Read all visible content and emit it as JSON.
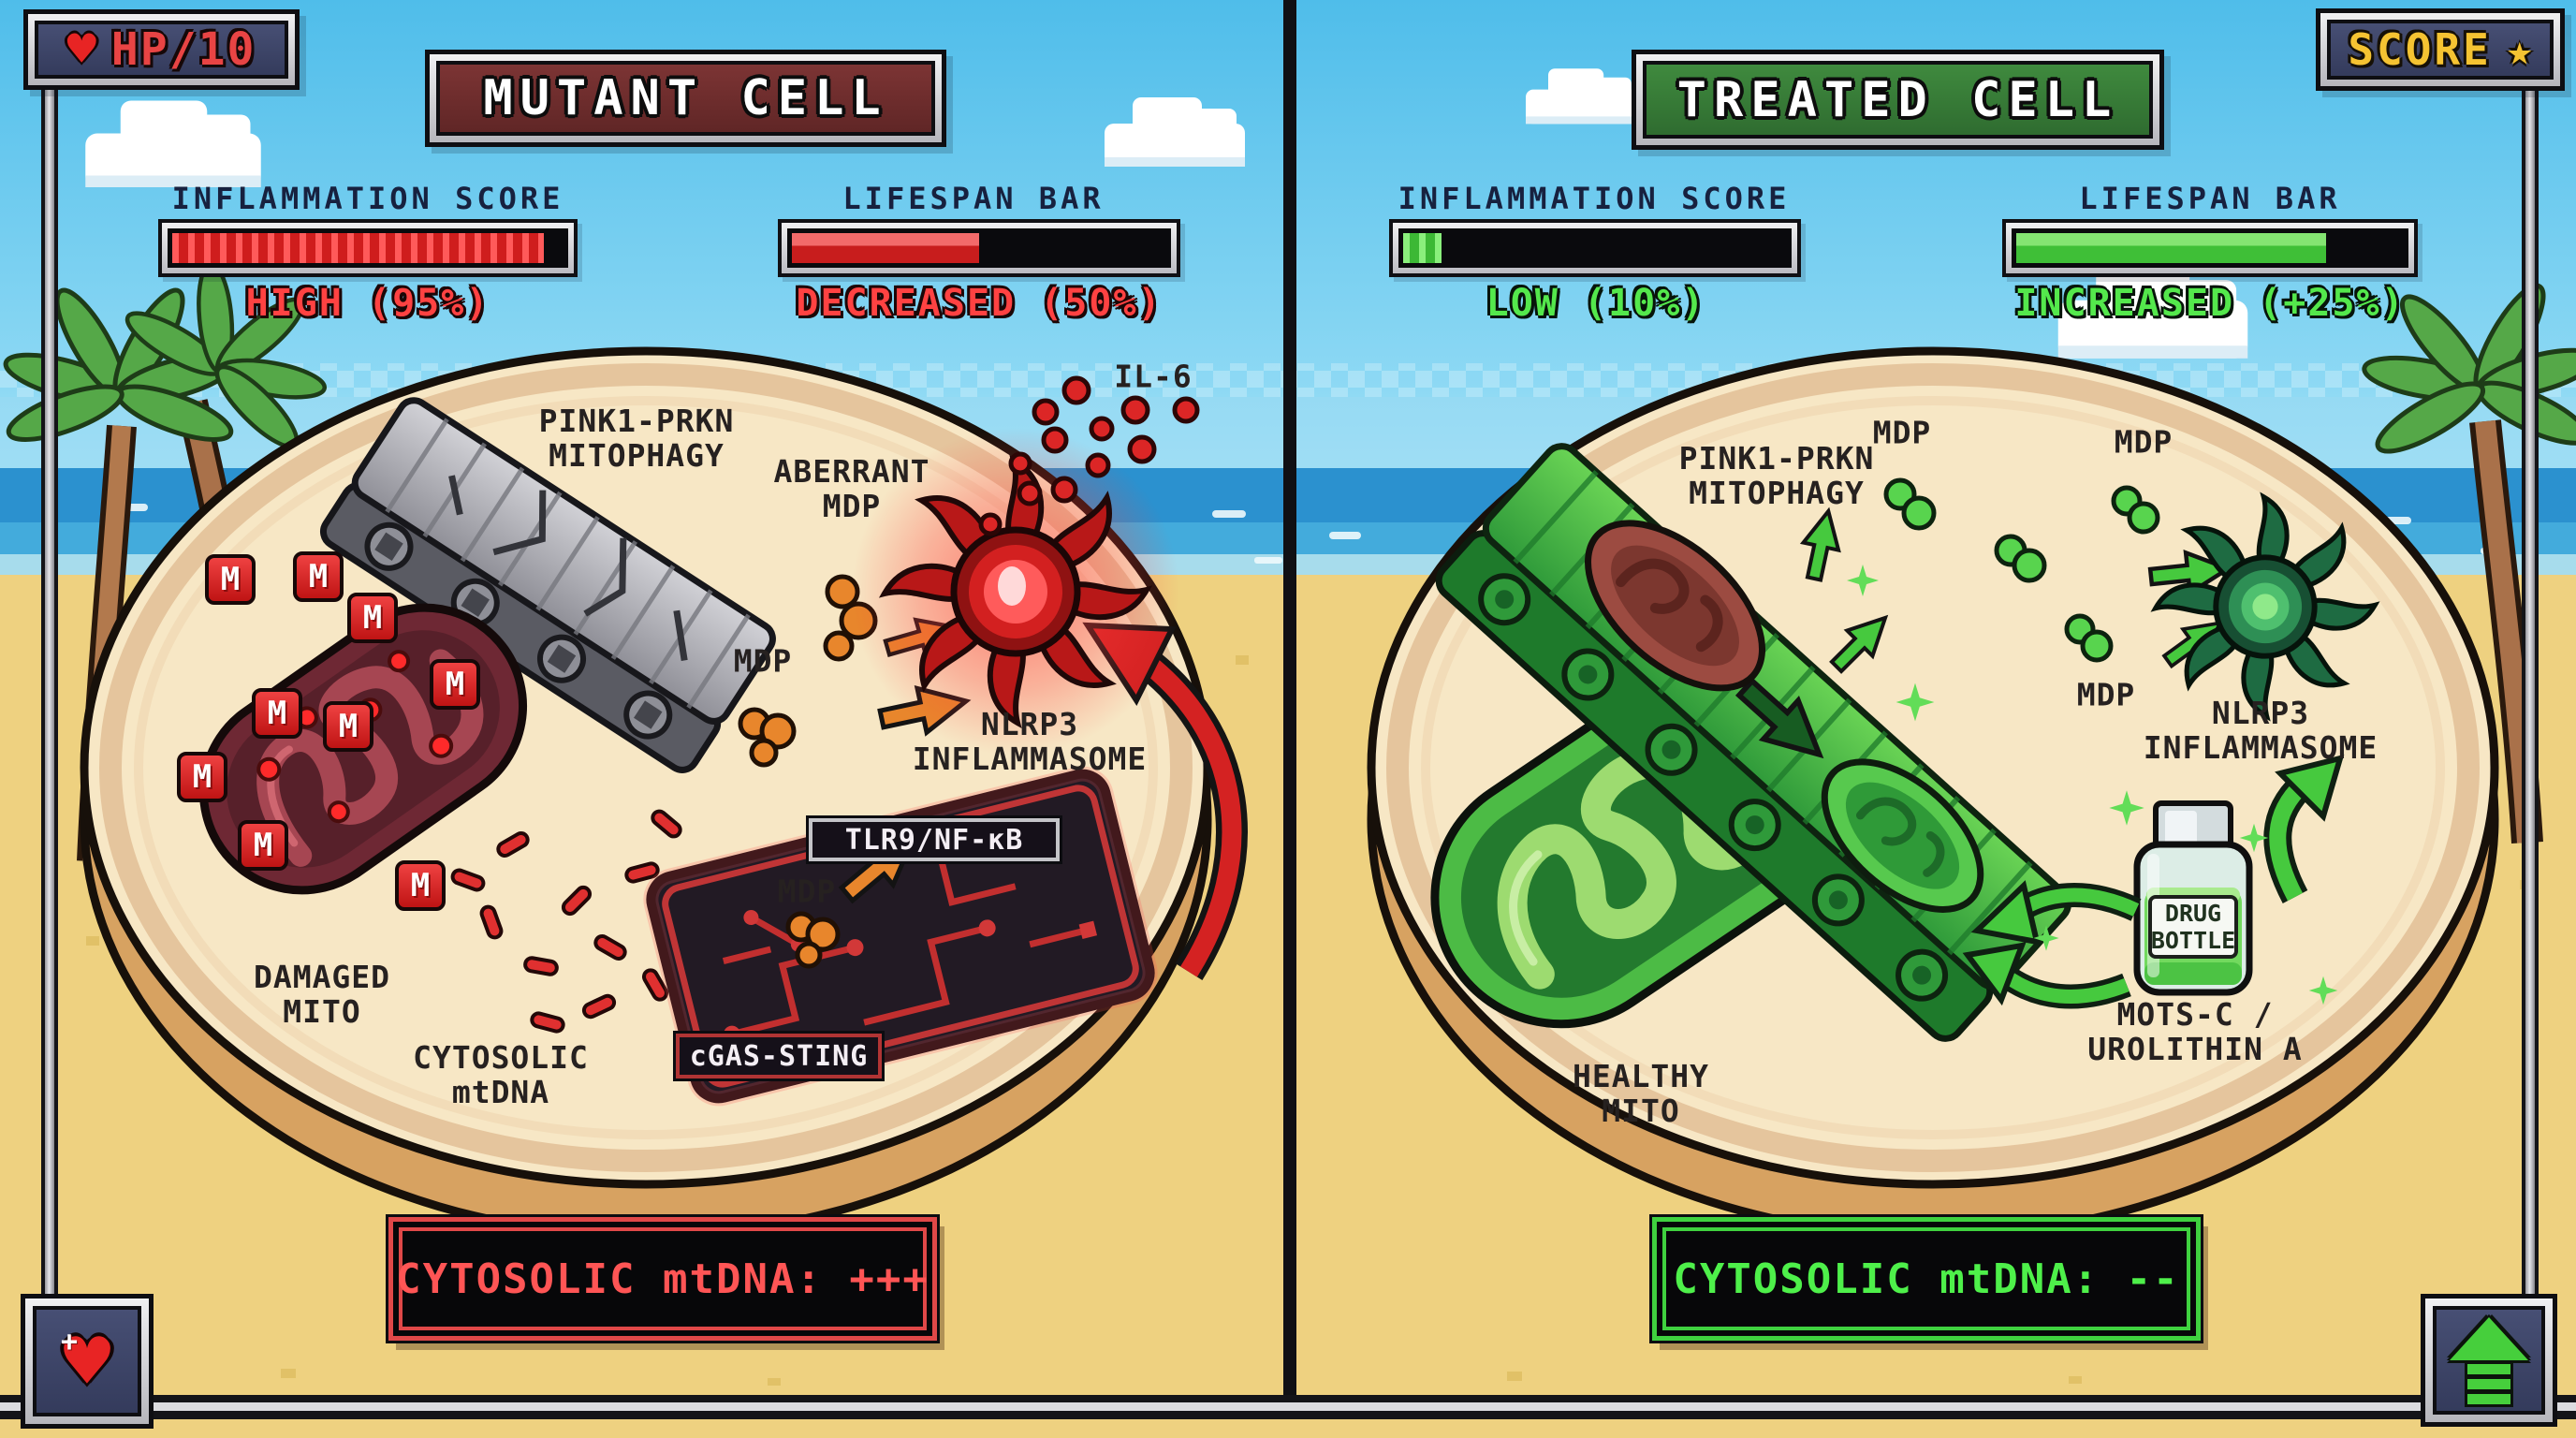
{
  "icons": {
    "heart": "♥",
    "star": "★",
    "plus": "+"
  },
  "header": {
    "hp_badge": "HP/10",
    "score_badge": "SCORE"
  },
  "left_panel": {
    "title": "MUTANT CELL",
    "inflammation": {
      "label": "INFLAMMATION SCORE",
      "status": "HIGH (95%)",
      "fill_pct": 95
    },
    "lifespan": {
      "label": "LIFESPAN BAR",
      "status": "DECREASED (50%)",
      "fill_pct": 50
    },
    "labels": {
      "mitophagy": "PINK1-PRKN\nMITOPHAGY",
      "aberrant_mdp": "ABERRANT\nMDP",
      "mdp_a": "MDP",
      "mdp_b": "MDP",
      "il6": "IL-6",
      "nlrp3": "NLRP3\nINFLAMMASOME",
      "tlr9": "TLR9/NF-κB",
      "cgas": "cGAS-STING",
      "damaged_mito": "DAMAGED\nMITO",
      "cytosolic_mtdna": "CYTOSOLIC\nmtDNA",
      "m_tag": "M"
    },
    "banner": "CYTOSOLIC mtDNA: +++"
  },
  "right_panel": {
    "title": "TREATED CELL",
    "inflammation": {
      "label": "INFLAMMATION SCORE",
      "status": "LOW (10%)",
      "fill_pct": 10
    },
    "lifespan": {
      "label": "LIFESPAN BAR",
      "status": "INCREASED (+25%)",
      "fill_pct": 80
    },
    "labels": {
      "mitophagy": "PINK1-PRKN\nMITOPHAGY",
      "mdp_a": "MDP",
      "mdp_b": "MDP",
      "mdp_c": "MDP",
      "nlrp3": "NLRP3\nINFLAMMASOME",
      "drug_bottle": "DRUG\nBOTTLE",
      "drug_name": "MOTS-C /\nUROLITHIN A",
      "healthy_mito": "HEALTHY\nMITO"
    },
    "banner": "CYTOSOLIC mtDNA: --"
  },
  "colors": {
    "danger_red": "#e23030",
    "healthy_green": "#4ad142",
    "sky_blue": "#5ec8ef"
  }
}
